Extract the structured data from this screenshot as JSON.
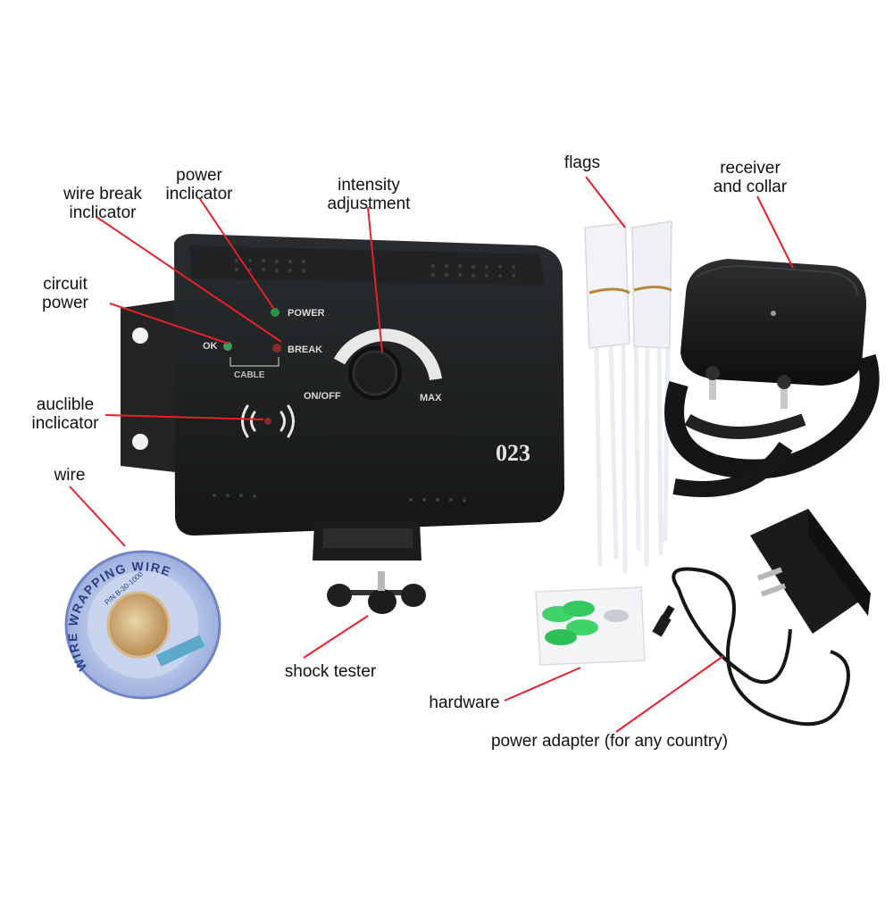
{
  "colors": {
    "background": "#ffffff",
    "leader_line": "#e8202a",
    "device_body": "#1b1d1e",
    "label_text": "#111111",
    "hardware_green": "#3fd36a"
  },
  "labels": {
    "power_indicator": [
      "power",
      "inclicator"
    ],
    "wire_break_indicator": [
      "wire break",
      "inclicator"
    ],
    "intensity_adjustment": [
      "intensity",
      "adjustment"
    ],
    "flags": "flags",
    "receiver_and_collar": [
      "receiver",
      "and collar"
    ],
    "circuit_power": [
      "circuit",
      "power"
    ],
    "audible_indicator": [
      "auclible",
      "inclicator"
    ],
    "wire": "wire",
    "shock_tester": "shock tester",
    "hardware": "hardware",
    "power_adapter": "power adapter (for any country)"
  },
  "device": {
    "led_power": "POWER",
    "led_break": "BREAK",
    "led_ok": "OK",
    "cable": "CABLE",
    "on_off": "ON/OFF",
    "max": "MAX",
    "model_number": "023"
  },
  "wire_spool": {
    "brand_text": "WIRE WRAPPING WIRE",
    "part_number": "P/N B-30-1000"
  },
  "icons": [
    "sound-waves-icon",
    "intensity-knob",
    "led-indicator"
  ]
}
